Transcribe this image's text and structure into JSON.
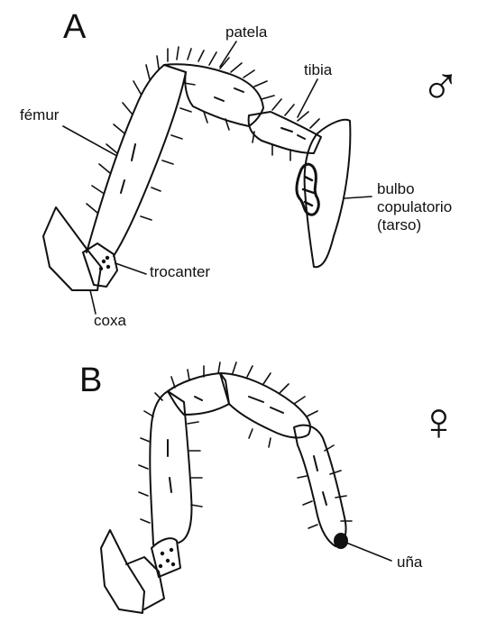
{
  "panel_a": {
    "letter": "A",
    "sex_symbol": "♂",
    "labels": {
      "patela": "patela",
      "tibia": "tibia",
      "femur": "fémur",
      "bulbo_1": "bulbo",
      "bulbo_2": "copulatorio",
      "bulbo_3": "(tarso)",
      "trocanter": "trocanter",
      "coxa": "coxa"
    }
  },
  "panel_b": {
    "letter": "B",
    "sex_symbol": "♀",
    "labels": {
      "una": "uña"
    }
  },
  "colors": {
    "ink": "#111111",
    "stipple": "#777777",
    "background": "#ffffff"
  }
}
